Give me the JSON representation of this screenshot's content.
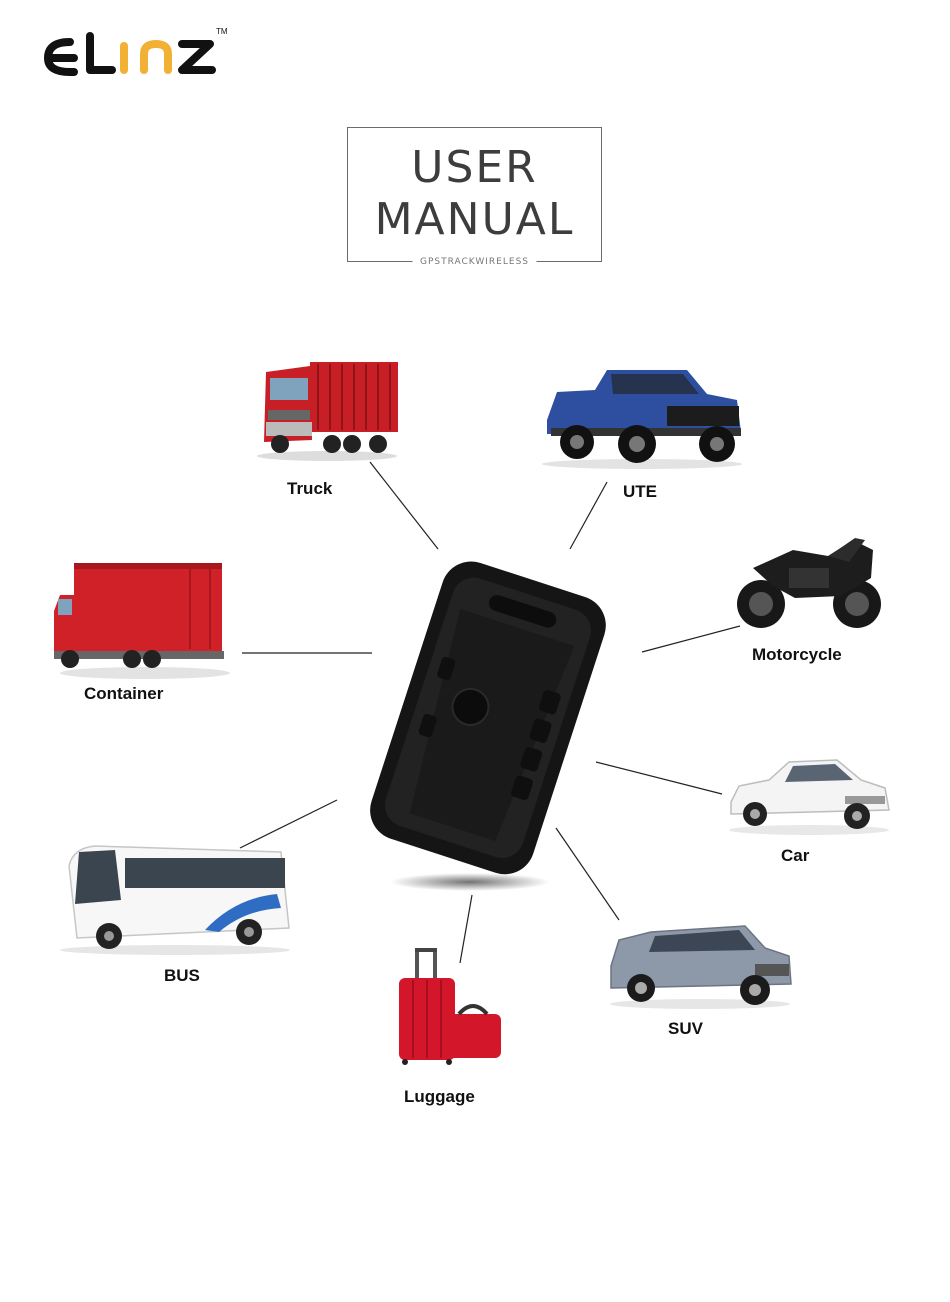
{
  "logo": {
    "text": "ELINZ",
    "trademark": "TM"
  },
  "title": {
    "line1": "USER",
    "line2": "MANUAL",
    "subtitle": "GPSTRACKWIRELESS"
  },
  "labels": {
    "truck": "Truck",
    "ute": "UTE",
    "container": "Container",
    "motorcycle": "Motorcycle",
    "car": "Car",
    "bus": "BUS",
    "suv": "SUV",
    "luggage": "Luggage"
  },
  "colors": {
    "logo_dark": "#111111",
    "logo_accent": "#f2b134",
    "truck_red": "#c81e25",
    "ute_blue": "#2e4fa0",
    "device_black": "#151515",
    "luggage_red": "#d3162a"
  }
}
